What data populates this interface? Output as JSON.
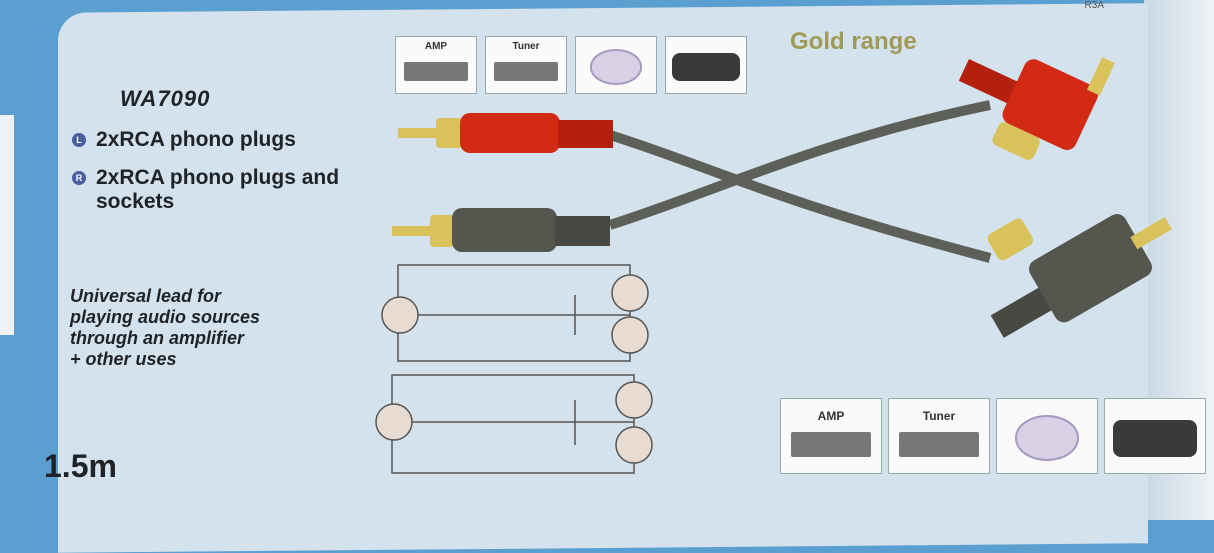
{
  "product": {
    "code": "WA7090",
    "brand_range": "Gold range",
    "corner_tag": "R3A",
    "features": [
      {
        "badge": "L",
        "text": "2xRCA phono plugs"
      },
      {
        "badge": "R",
        "text": "2xRCA phono plugs and sockets"
      }
    ],
    "description": [
      "Universal lead for",
      "playing audio sources",
      "through an amplifier",
      "+ other uses"
    ],
    "length": "1.5m"
  },
  "devices": {
    "top": [
      {
        "icon": "amp-icon",
        "label": "AMP"
      },
      {
        "icon": "tuner-icon",
        "label": "Tuner"
      },
      {
        "icon": "cd-player-icon",
        "label": ""
      },
      {
        "icon": "boombox-icon",
        "label": ""
      }
    ],
    "bottom": [
      {
        "icon": "amp-icon",
        "label": "AMP"
      },
      {
        "icon": "tuner-icon",
        "label": "Tuner"
      },
      {
        "icon": "cd-player-icon",
        "label": ""
      },
      {
        "icon": "boombox-icon",
        "label": ""
      }
    ]
  },
  "colors": {
    "background": "#5b9fd0",
    "panel": "#d3e2ec",
    "red_plug": "#d32a14",
    "grey_plug": "#55574f",
    "gold_pin": "#d9c25a",
    "cable": "#5d6058",
    "gold_text": "#a09a58"
  }
}
